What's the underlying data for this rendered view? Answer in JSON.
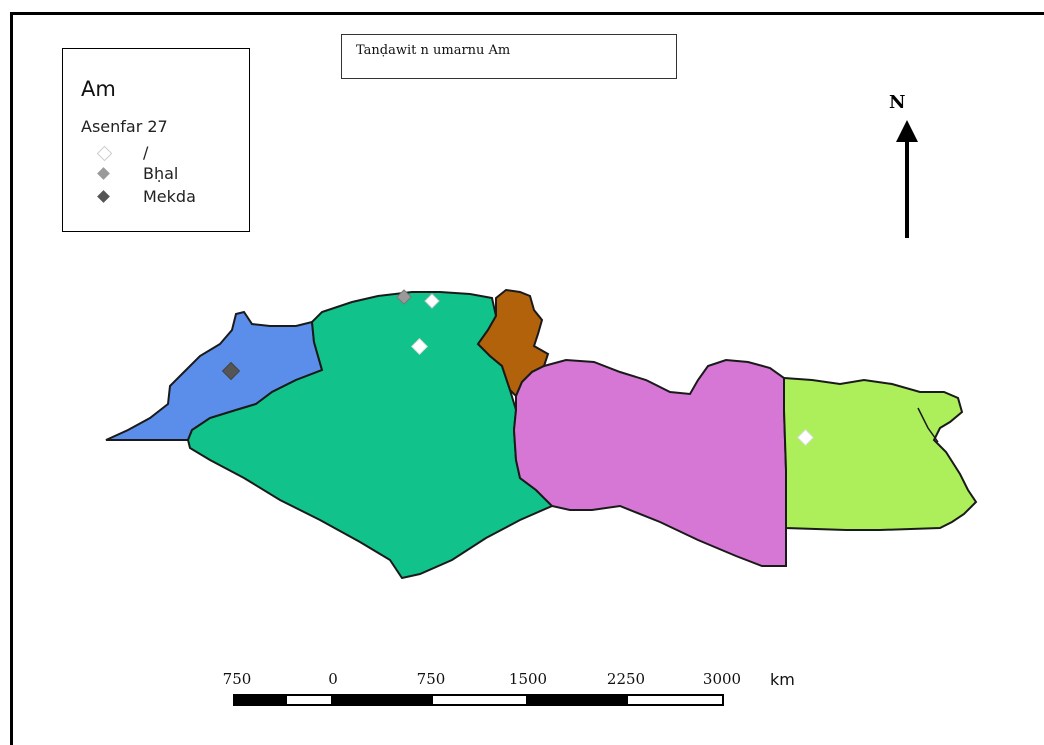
{
  "map": {
    "title": "Tanḍawit n umarnu Am",
    "north_label": "N",
    "colors": {
      "morocco": "#5b8eea",
      "algeria": "#11c38a",
      "tunisia": "#b2620a",
      "libya": "#d677d6",
      "egypt": "#acef5a",
      "outline": "#1a1a1a"
    }
  },
  "legend": {
    "title": "Am",
    "subtitle": "Asenfar 27",
    "items": [
      {
        "label": "/",
        "color": "#ffffff"
      },
      {
        "label": "Bḥal",
        "color": "#9a9a9a"
      },
      {
        "label": "Mekda",
        "color": "#555555"
      }
    ]
  },
  "scale_bar": {
    "ticks": [
      "750",
      "0",
      "750",
      "1500",
      "2250",
      "3000"
    ],
    "unit": "km"
  }
}
